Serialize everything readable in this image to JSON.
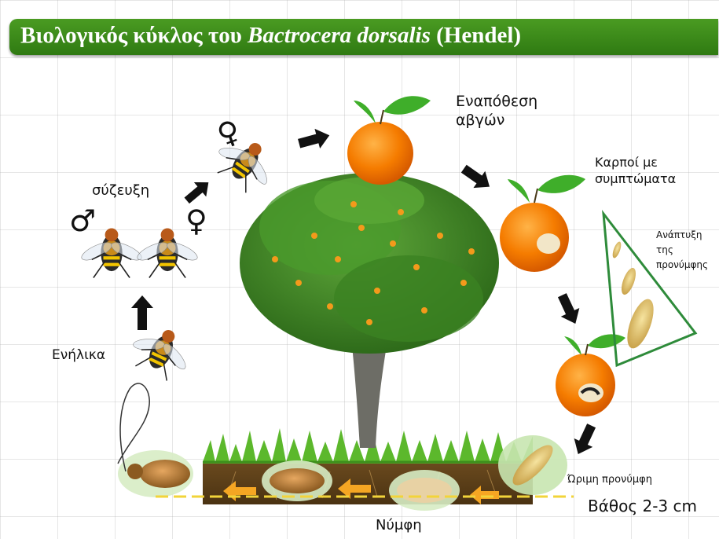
{
  "title": {
    "prefix": "Βιολογικός κύκλος του ",
    "species": "Bactrocera dorsalis",
    "suffix": " (Hendel)"
  },
  "labels": {
    "egg_laying": [
      "Εναπόθεση",
      "αβγών"
    ],
    "symptomatic_fruit": [
      "Καρποί με",
      "συμπτώματα"
    ],
    "larva_development": [
      "Ανάπτυξη",
      "της",
      "προνύμφης"
    ],
    "mature_larva": "Ώριμη προνύμφη",
    "depth": "Βάθος 2-3 cm",
    "pupa": "Νύμφη",
    "adults": "Ενήλικα",
    "mating": "σύζευξη"
  },
  "symbols": {
    "male": "♂",
    "female": "♀"
  },
  "colors": {
    "title_bg": "#3a8a18",
    "fruit": "#f57c00",
    "leaf": "#3fae2a",
    "arrow": "#111111",
    "soil_arrow": "#f5a623",
    "triangle": "#2e8b3a"
  }
}
